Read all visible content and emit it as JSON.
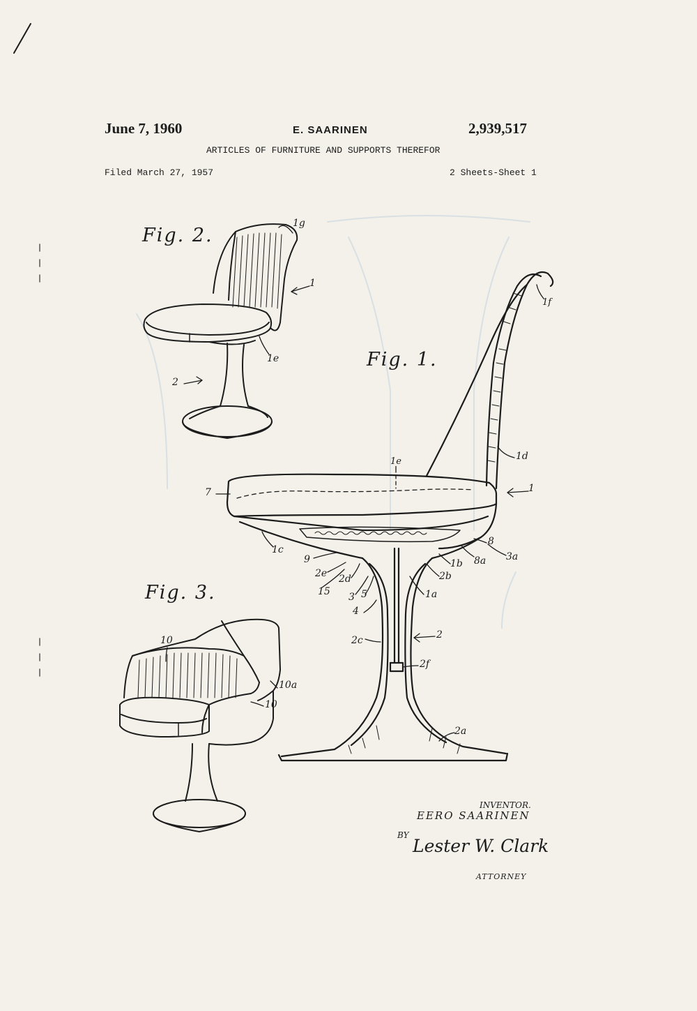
{
  "header": {
    "date": "June 7, 1960",
    "inventor_short": "E. SAARINEN",
    "patent_number": "2,939,517",
    "title": "ARTICLES OF FURNITURE AND SUPPORTS THEREFOR",
    "filed": "Filed March 27, 1957",
    "sheet": "2 Sheets-Sheet 1"
  },
  "figures": {
    "fig1": "Fig. 1.",
    "fig2": "Fig. 2.",
    "fig3": "Fig. 3."
  },
  "labels": {
    "fig2": [
      "1g",
      "1",
      "1e",
      "2"
    ],
    "fig1": [
      "1f",
      "1d",
      "1e",
      "1",
      "7",
      "1c",
      "8",
      "8a",
      "3a",
      "1b",
      "2b",
      "9",
      "2e",
      "2d",
      "15",
      "3",
      "5",
      "1a",
      "4",
      "2",
      "2c",
      "2f",
      "2a"
    ],
    "fig3": [
      "10",
      "10a",
      "10"
    ]
  },
  "signature": {
    "inventor_label": "INVENTOR.",
    "inventor_name": "EERO SAARINEN",
    "by": "BY",
    "attorney_name": "Lester W. Clark",
    "attorney_label": "ATTORNEY"
  },
  "colors": {
    "paper": "#f3f1ea",
    "ink": "#1c1c1c",
    "bleed": "#d9e0e4"
  }
}
